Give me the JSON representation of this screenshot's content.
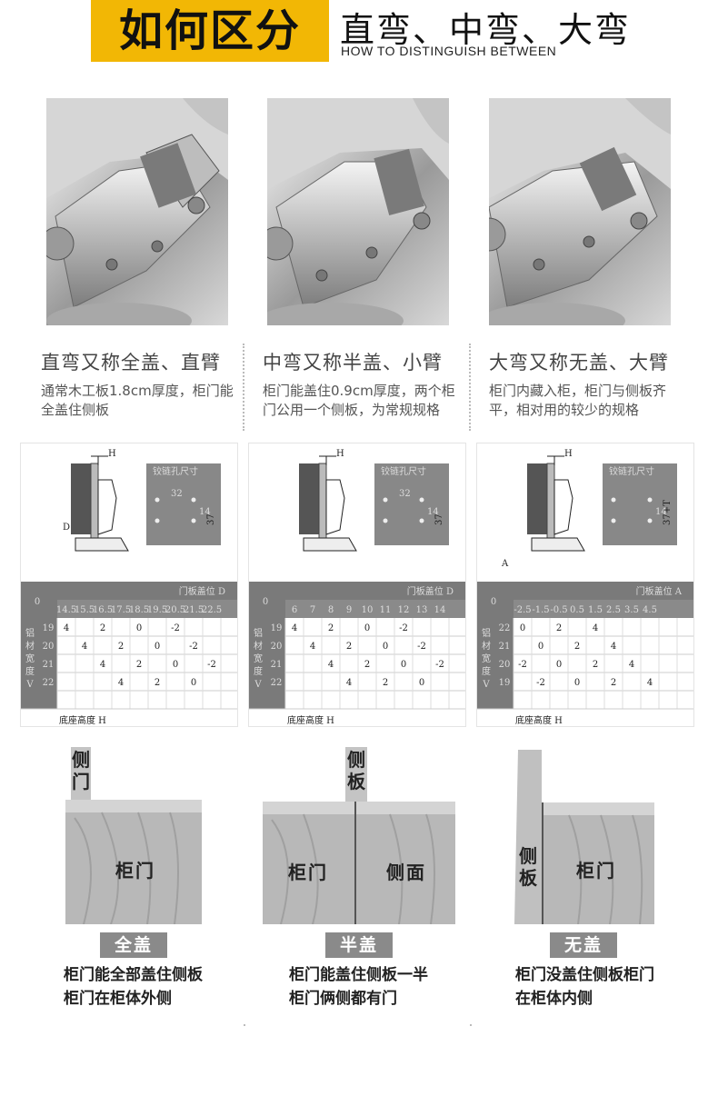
{
  "header": {
    "title": "如何区分",
    "subtitle": "直弯、中弯、大弯",
    "english": "HOW TO DISTINGUISH BETWEEN",
    "accent_color": "#f2b705"
  },
  "types": [
    {
      "title": "直弯又称全盖、直臂",
      "desc": "通常木工板1.8cm厚度，柜门能全盖住侧板",
      "photo_icon": "hinge-straight-arm"
    },
    {
      "title": "中弯又称半盖、小臂",
      "desc": "柜门能盖住0.9cm厚度，两个柜门公用一个侧板，为常规规格",
      "photo_icon": "hinge-medium-bend"
    },
    {
      "title": "大弯又称无盖、大臂",
      "desc": "柜门内藏入柜，柜门与侧板齐平，相对用的较少的规格",
      "photo_icon": "hinge-large-bend"
    }
  ],
  "diagrams": [
    {
      "label_h": "H",
      "label_d": "D",
      "label_a": "",
      "plate_text": "铰链孔尺寸",
      "dim_32": "32",
      "dim_14": "14",
      "dim_37": "37",
      "table": {
        "corner": "0",
        "title": "门板盖位 D",
        "cols": [
          "14.5",
          "15.5",
          "16.5",
          "17.5",
          "18.5",
          "19.5",
          "20.5",
          "21.5",
          "22.5"
        ],
        "side": "铝材宽度V",
        "rows": [
          {
            "v": "19",
            "cells": [
              "4",
              "",
              "2",
              "",
              "0",
              "",
              "-2",
              "",
              ""
            ]
          },
          {
            "v": "20",
            "cells": [
              "",
              "4",
              "",
              "2",
              "",
              "0",
              "",
              "-2",
              ""
            ]
          },
          {
            "v": "21",
            "cells": [
              "",
              "",
              "4",
              "",
              "2",
              "",
              "0",
              "",
              "-2"
            ]
          },
          {
            "v": "22",
            "cells": [
              "",
              "",
              "",
              "4",
              "",
              "2",
              "",
              "0",
              ""
            ]
          }
        ],
        "footer": "底座高度 H"
      }
    },
    {
      "label_h": "H",
      "label_d": "",
      "label_a": "",
      "plate_text": "铰链孔尺寸",
      "dim_32": "32",
      "dim_14": "14",
      "dim_37": "37",
      "table": {
        "corner": "0",
        "title": "门板盖位 D",
        "cols": [
          "6",
          "7",
          "8",
          "9",
          "10",
          "11",
          "12",
          "13",
          "14"
        ],
        "side": "铝材宽度V",
        "rows": [
          {
            "v": "19",
            "cells": [
              "4",
              "",
              "2",
              "",
              "0",
              "",
              "-2",
              "",
              ""
            ]
          },
          {
            "v": "20",
            "cells": [
              "",
              "4",
              "",
              "2",
              "",
              "0",
              "",
              "-2",
              ""
            ]
          },
          {
            "v": "21",
            "cells": [
              "",
              "",
              "4",
              "",
              "2",
              "",
              "0",
              "",
              "-2"
            ]
          },
          {
            "v": "22",
            "cells": [
              "",
              "",
              "",
              "4",
              "",
              "2",
              "",
              "0",
              ""
            ]
          }
        ],
        "footer": "底座高度 H"
      }
    },
    {
      "label_h": "H",
      "label_d": "",
      "label_a": "A",
      "plate_text": "铰链孔尺寸",
      "dim_32": "",
      "dim_14": "14",
      "dim_37": "37+T",
      "table": {
        "corner": "0",
        "title": "门板盖位 A",
        "cols": [
          "-2.5",
          "-1.5",
          "-0.5",
          "0.5",
          "1.5",
          "2.5",
          "3.5",
          "4.5",
          ""
        ],
        "side": "铝材宽度V",
        "rows": [
          {
            "v": "22",
            "cells": [
              "0",
              "",
              "2",
              "",
              "4",
              "",
              "",
              "",
              ""
            ]
          },
          {
            "v": "21",
            "cells": [
              "",
              "0",
              "",
              "2",
              "",
              "4",
              "",
              "",
              ""
            ]
          },
          {
            "v": "20",
            "cells": [
              "-2",
              "",
              "0",
              "",
              "2",
              "",
              "4",
              "",
              ""
            ]
          },
          {
            "v": "19",
            "cells": [
              "",
              "-2",
              "",
              "0",
              "",
              "2",
              "",
              "4",
              ""
            ]
          }
        ],
        "footer": "底座高度 H"
      }
    }
  ],
  "overlays": [
    {
      "side": "侧门",
      "door": "柜门",
      "face": "",
      "tag": "全盖",
      "desc": "柜门能全部盖住侧板柜门在柜体外侧"
    },
    {
      "side": "侧板",
      "door": "柜门",
      "face": "侧面",
      "tag": "半盖",
      "desc": "柜门能盖住侧板一半柜门俩侧都有门"
    },
    {
      "side": "侧板",
      "door": "柜门",
      "face": "",
      "tag": "无盖",
      "desc": "柜门没盖住侧板柜门在柜体内侧"
    }
  ]
}
